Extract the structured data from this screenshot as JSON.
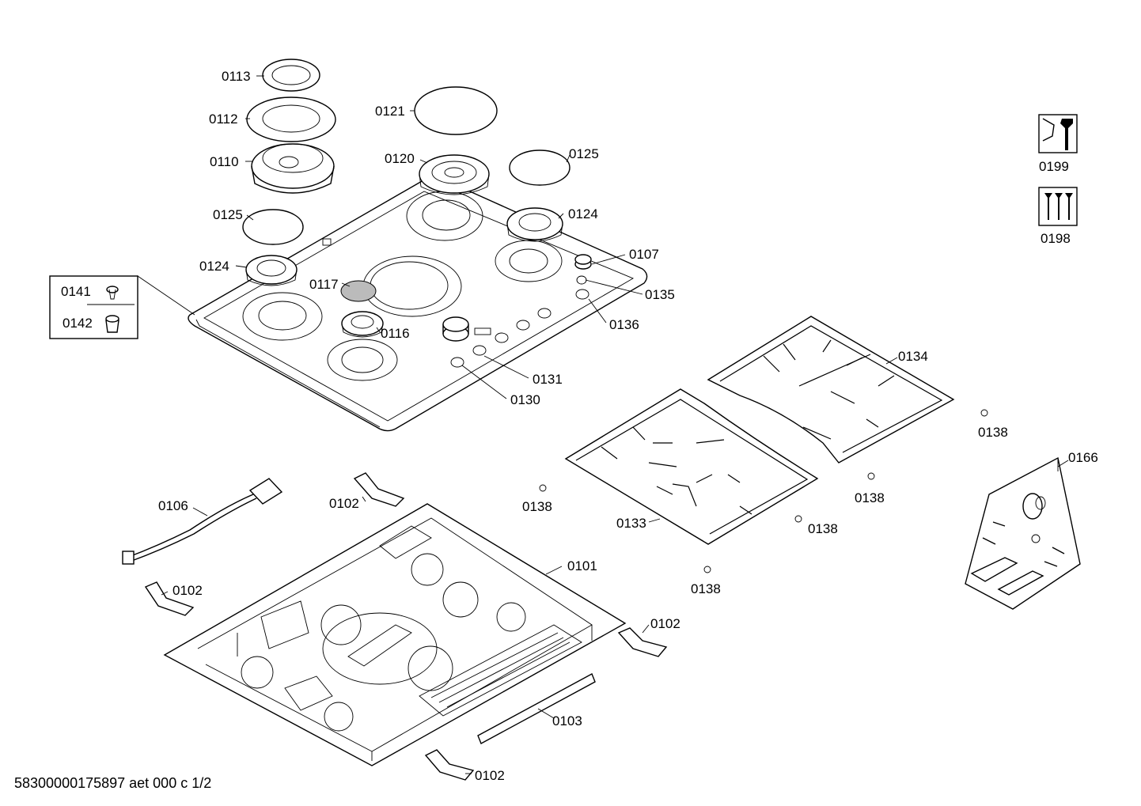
{
  "footer": "58300000175897 aet 000 c 1/2",
  "labels": {
    "p0113": "0113",
    "p0112": "0112",
    "p0110": "0110",
    "p0121": "0121",
    "p0120": "0120",
    "p0125a": "0125",
    "p0125b": "0125",
    "p0124a": "0124",
    "p0124b": "0124",
    "p0107": "0107",
    "p0117": "0117",
    "p0116": "0116",
    "p0135": "0135",
    "p0136": "0136",
    "p0131": "0131",
    "p0130": "0130",
    "p0141": "0141",
    "p0142": "0142",
    "p0199": "0199",
    "p0198": "0198",
    "p0134": "0134",
    "p0133": "0133",
    "p0138a": "0138",
    "p0138b": "0138",
    "p0138c": "0138",
    "p0138d": "0138",
    "p0138e": "0138",
    "p0166": "0166",
    "p0106": "0106",
    "p0102a": "0102",
    "p0102b": "0102",
    "p0102c": "0102",
    "p0102d": "0102",
    "p0101": "0101",
    "p0103": "0103"
  }
}
